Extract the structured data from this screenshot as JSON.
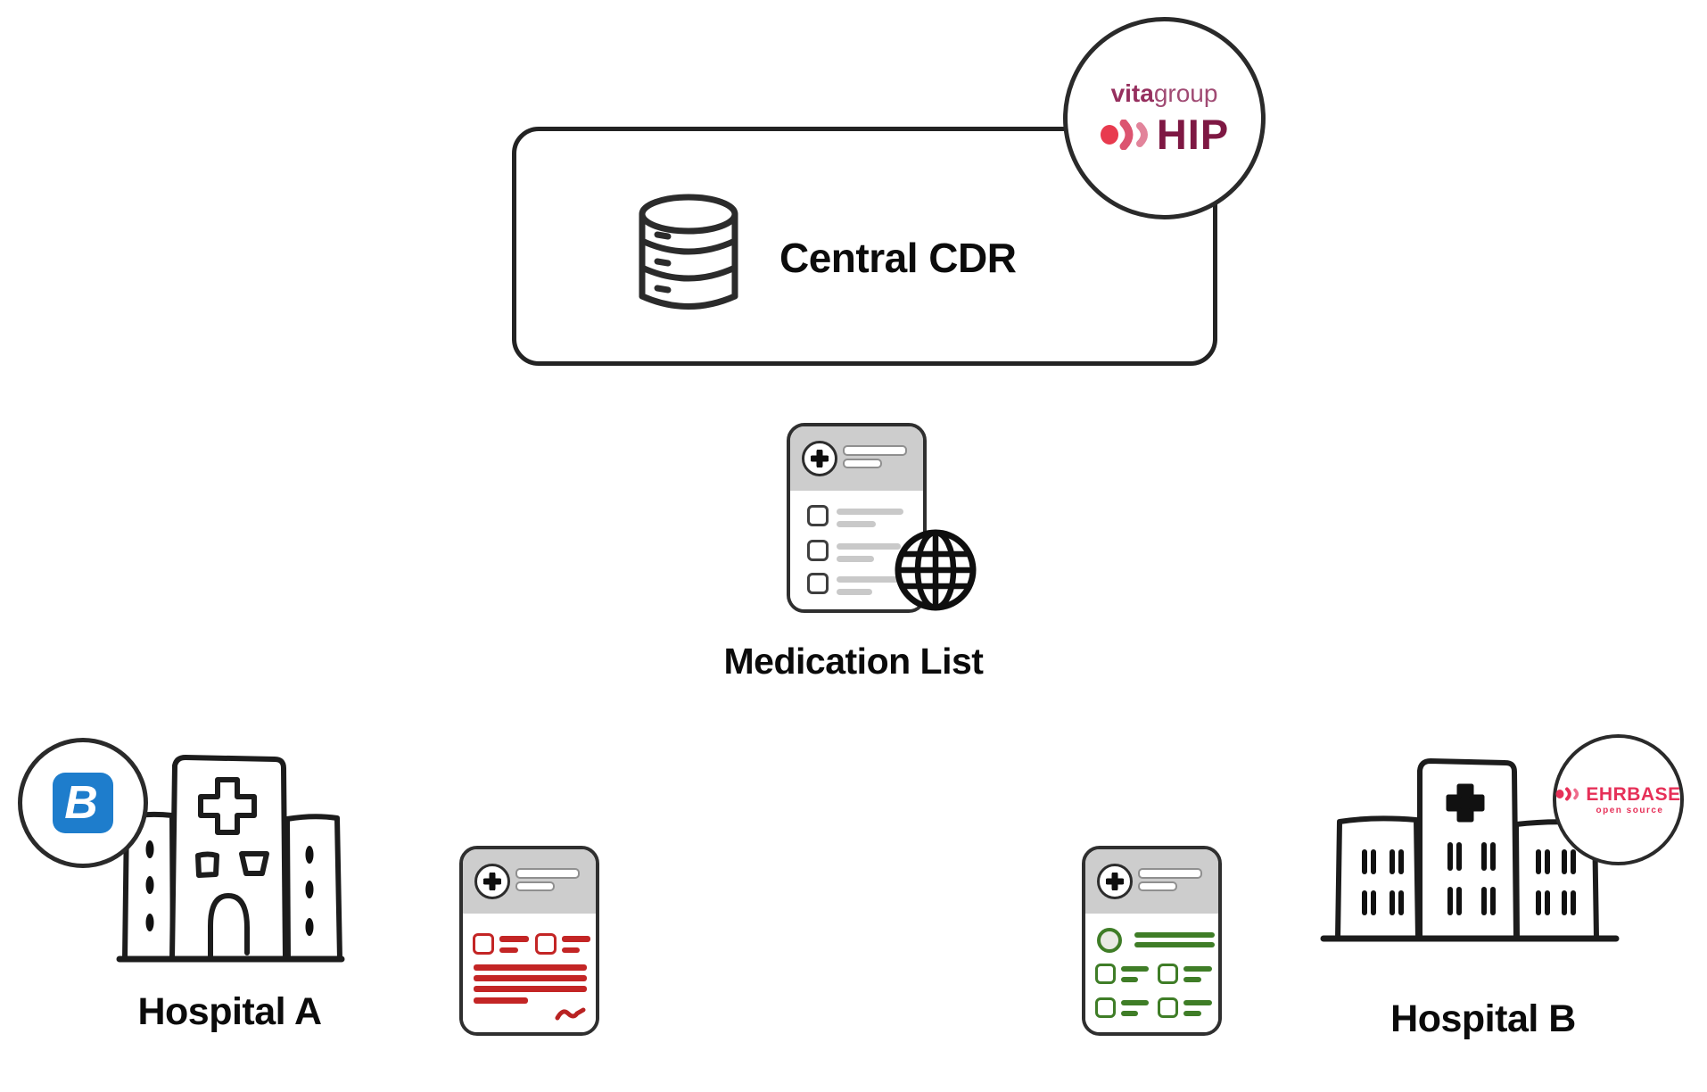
{
  "diagram": {
    "title_node": {
      "label": "Central CDR"
    },
    "medication_node": {
      "label": "Medication List"
    },
    "hospital_a": {
      "label": "Hospital A"
    },
    "hospital_b": {
      "label": "Hospital B"
    }
  },
  "badges": {
    "vitagroup": {
      "name_bold": "vita",
      "name_light": "group",
      "product": "HIP"
    },
    "better": {
      "letter": "B"
    },
    "ehrbase": {
      "name": "EHRBASE",
      "tagline": "open source"
    }
  },
  "icons": {
    "database": "database-cylinder",
    "globe": "globe-grid",
    "medical_cross": "plus-cross",
    "checkbox": "rounded-square",
    "signature": "squiggle",
    "hospital": "hand-drawn-building"
  },
  "colors": {
    "ink": "#232323",
    "header_gray": "#cdcdcd",
    "line_gray": "#c9c9c9",
    "red": "#c32525",
    "green": "#3f7d27",
    "better_blue": "#1e7dcc",
    "vitagroup_maroon": "#962f5e",
    "hip_maroon": "#7e1843",
    "brand_dot_red": "#e83a4e",
    "ehrbase_pink": "#e63058"
  }
}
